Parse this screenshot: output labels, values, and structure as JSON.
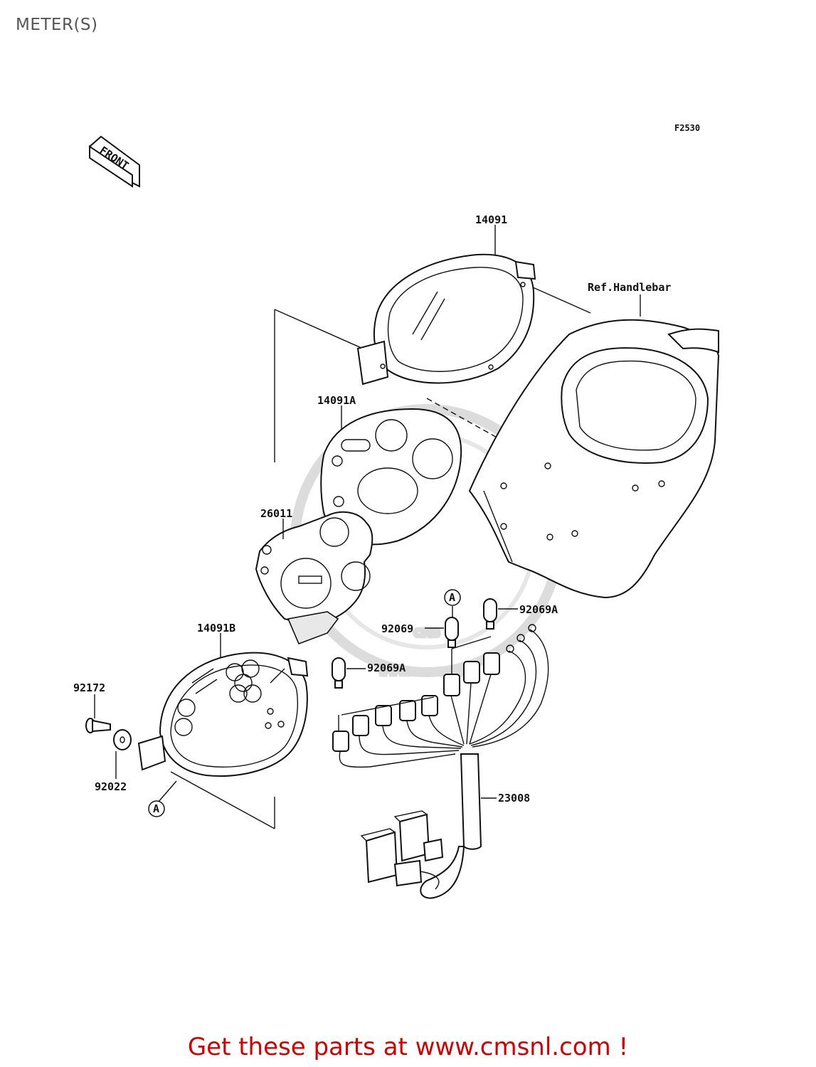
{
  "title": "METER(S)",
  "figure_code": "F2530",
  "front_label": "FRONT",
  "reference_label": "Ref.Handlebar",
  "parts": [
    {
      "number": "14091"
    },
    {
      "number": "14091A"
    },
    {
      "number": "26011"
    },
    {
      "number": "14091B"
    },
    {
      "number": "92172"
    },
    {
      "number": "92022"
    },
    {
      "number": "92069"
    },
    {
      "number": "92069A"
    },
    {
      "number": "92069A"
    },
    {
      "number": "23008"
    }
  ],
  "callout_marks": [
    "A",
    "A"
  ],
  "watermark": {
    "brand": "CMS",
    "url": "www.cmsnl.com"
  },
  "promo_text": "Get these parts at www.cmsnl.com !",
  "colors": {
    "promo": "#d40000",
    "line": "#111111",
    "watermark": "#dcdcdc"
  }
}
